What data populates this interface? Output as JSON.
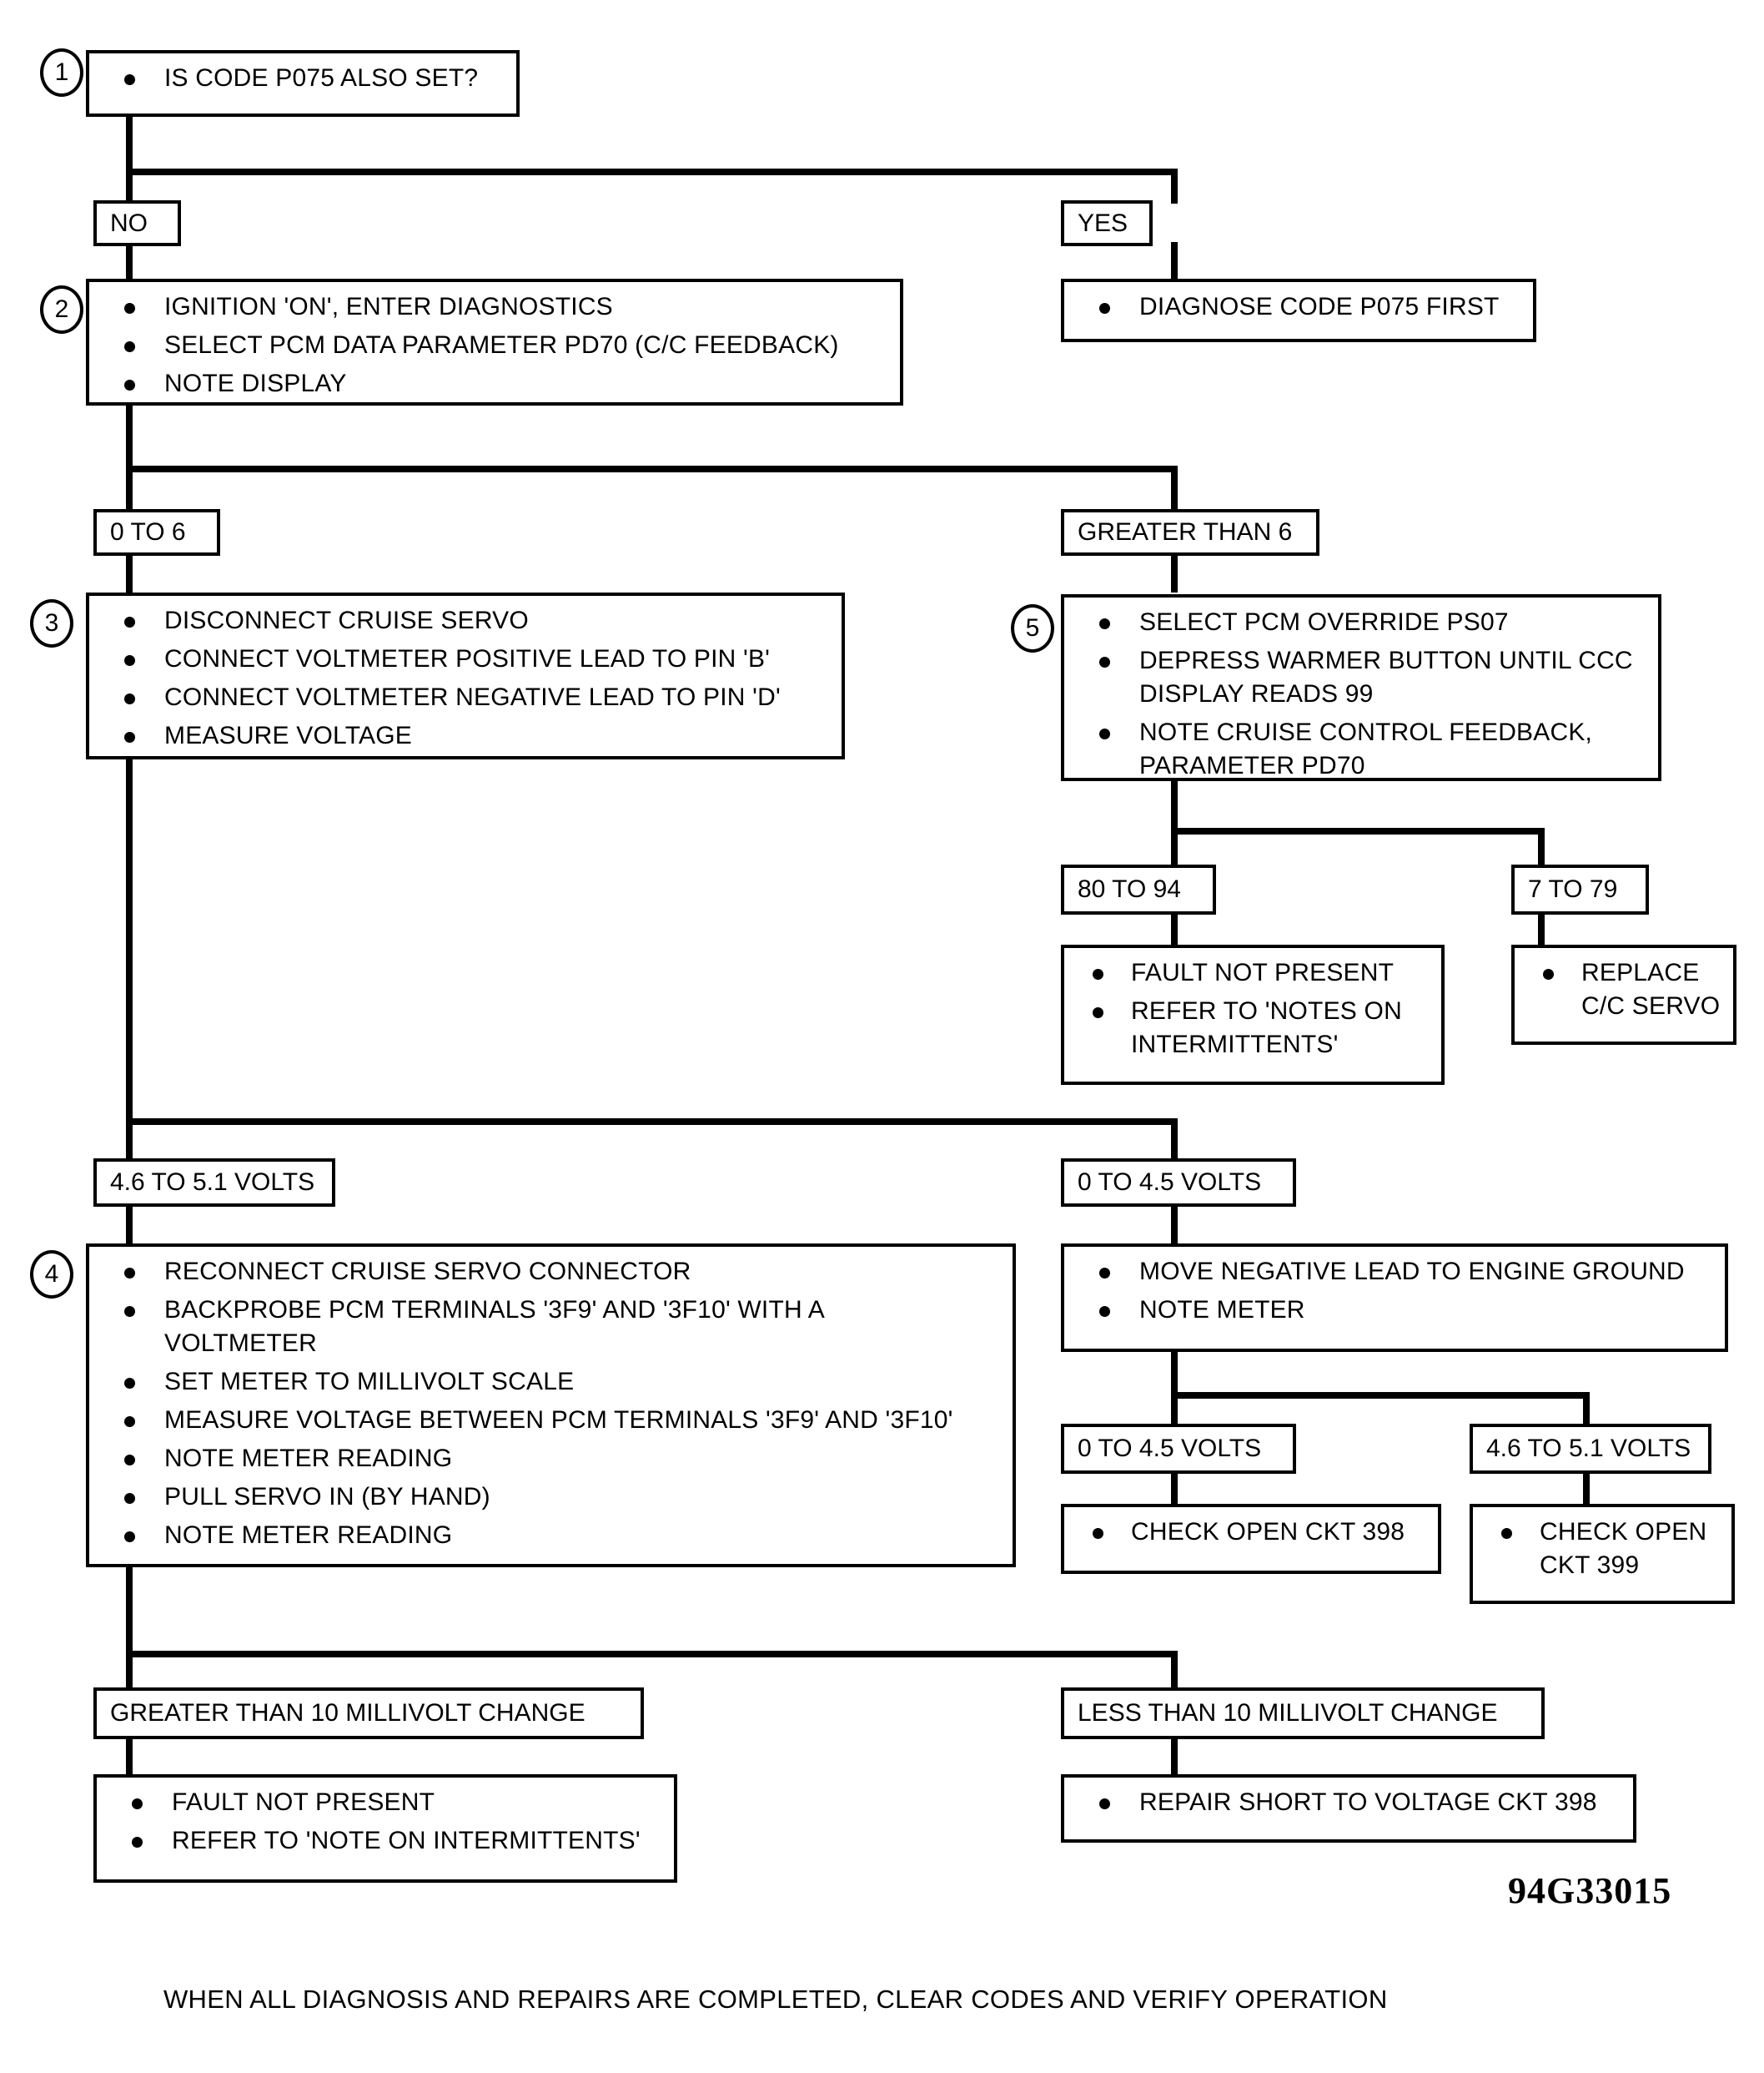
{
  "figure": {
    "code": "94G33015",
    "footer": "WHEN ALL DIAGNOSIS AND REPAIRS ARE COMPLETED, CLEAR CODES AND VERIFY OPERATION"
  },
  "steps": {
    "s1": "1",
    "s2": "2",
    "s3": "3",
    "s4": "4",
    "s5": "5"
  },
  "nodes": {
    "step1": {
      "bullets": [
        "IS CODE P075 ALSO SET?"
      ]
    },
    "branch_no": {
      "label": "NO"
    },
    "branch_yes": {
      "label": "YES"
    },
    "diagnose_p075": {
      "bullets": [
        "DIAGNOSE CODE P075 FIRST"
      ]
    },
    "step2": {
      "bullets": [
        "IGNITION 'ON', ENTER DIAGNOSTICS",
        "SELECT PCM DATA PARAMETER PD70 (C/C FEEDBACK)",
        "NOTE DISPLAY"
      ]
    },
    "branch_0to6": {
      "label": "0 TO 6"
    },
    "branch_gt6": {
      "label": "GREATER THAN 6"
    },
    "step3": {
      "bullets": [
        "DISCONNECT CRUISE SERVO",
        "CONNECT VOLTMETER POSITIVE LEAD TO PIN 'B'",
        "CONNECT VOLTMETER NEGATIVE LEAD TO PIN 'D'",
        "MEASURE VOLTAGE"
      ]
    },
    "step5": {
      "bullets": [
        "SELECT PCM OVERRIDE PS07",
        "DEPRESS WARMER BUTTON UNTIL CCC\nDISPLAY READS 99",
        "NOTE CRUISE CONTROL FEEDBACK,\nPARAMETER PD70"
      ]
    },
    "branch_80to94": {
      "label": "80 TO 94"
    },
    "branch_7to79": {
      "label": "7 TO 79"
    },
    "fault_not_present_a": {
      "bullets": [
        "FAULT NOT PRESENT",
        "REFER TO 'NOTES ON\nINTERMITTENTS'"
      ]
    },
    "replace_servo": {
      "bullets": [
        "REPLACE\nC/C SERVO"
      ]
    },
    "branch_46to51_left": {
      "label": "4.6 TO 5.1 VOLTS"
    },
    "branch_0to45_right": {
      "label": "0 TO 4.5 VOLTS"
    },
    "step4": {
      "bullets": [
        "RECONNECT CRUISE SERVO CONNECTOR",
        "BACKPROBE PCM TERMINALS '3F9' AND '3F10' WITH A\nVOLTMETER",
        "SET METER TO MILLIVOLT SCALE",
        "MEASURE VOLTAGE BETWEEN PCM TERMINALS '3F9' AND '3F10'",
        "NOTE METER READING",
        "PULL SERVO IN  (BY HAND)",
        "NOTE METER READING"
      ]
    },
    "move_negative_lead": {
      "bullets": [
        "MOVE NEGATIVE LEAD TO ENGINE GROUND",
        "NOTE METER"
      ]
    },
    "branch_0to45_b": {
      "label": "0 TO 4.5 VOLTS"
    },
    "branch_46to51_b": {
      "label": "4.6 TO 5.1 VOLTS"
    },
    "check_open_398": {
      "bullets": [
        "CHECK OPEN CKT 398"
      ]
    },
    "check_open_399": {
      "bullets": [
        "CHECK OPEN\nCKT 399"
      ]
    },
    "branch_gt10mv": {
      "label": "GREATER THAN 10 MILLIVOLT CHANGE"
    },
    "branch_lt10mv": {
      "label": "LESS THAN 10 MILLIVOLT CHANGE"
    },
    "fault_not_present_b": {
      "bullets": [
        "FAULT NOT PRESENT",
        "REFER TO 'NOTE ON INTERMITTENTS'"
      ]
    },
    "repair_short": {
      "bullets": [
        "REPAIR SHORT TO VOLTAGE CKT 398"
      ]
    }
  }
}
